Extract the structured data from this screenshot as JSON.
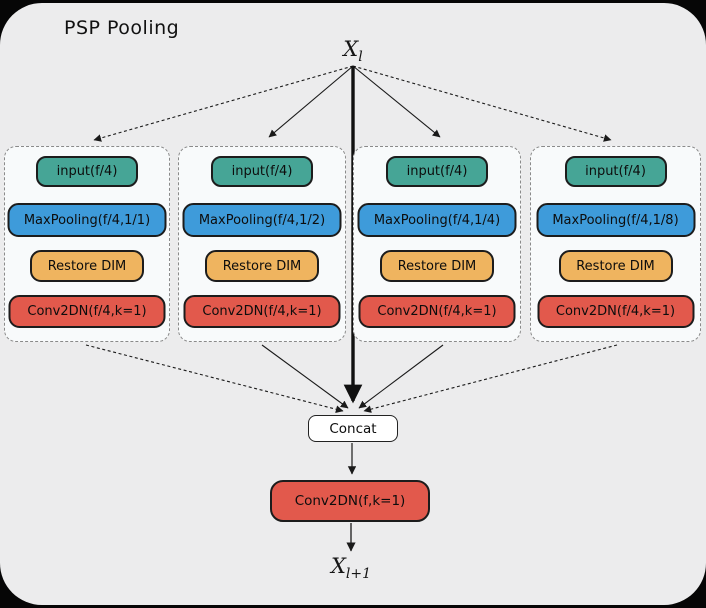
{
  "title": "PSP Pooling",
  "io": {
    "input_symbol": "X",
    "input_subscript": "l",
    "output_symbol": "X",
    "output_subscript": "l+1"
  },
  "branches": [
    {
      "name": "pool-scale-1-1",
      "nodes": [
        {
          "label": "input(f/4)"
        },
        {
          "label": "MaxPooling(f/4,1/1)"
        },
        {
          "label": "Restore DIM"
        },
        {
          "label": "Conv2DN(f/4,k=1)"
        }
      ]
    },
    {
      "name": "pool-scale-1-2",
      "nodes": [
        {
          "label": "input(f/4)"
        },
        {
          "label": "MaxPooling(f/4,1/2)"
        },
        {
          "label": "Restore DIM"
        },
        {
          "label": "Conv2DN(f/4,k=1)"
        }
      ]
    },
    {
      "name": "pool-scale-1-4",
      "nodes": [
        {
          "label": "input(f/4)"
        },
        {
          "label": "MaxPooling(f/4,1/4)"
        },
        {
          "label": "Restore DIM"
        },
        {
          "label": "Conv2DN(f/4,k=1)"
        }
      ]
    },
    {
      "name": "pool-scale-1-8",
      "nodes": [
        {
          "label": "input(f/4)"
        },
        {
          "label": "MaxPooling(f/4,1/8)"
        },
        {
          "label": "Restore DIM"
        },
        {
          "label": "Conv2DN(f/4,k=1)"
        }
      ]
    }
  ],
  "merge": {
    "concat_label": "Concat",
    "final_conv_label": "Conv2DN(f,k=1)"
  },
  "colors": {
    "page_bg": "#060606",
    "panel_bg": "#ECECED",
    "branch_bg": "#F8FAFB",
    "input_node": "#46A596",
    "maxpool_node": "#3E9BDA",
    "restore_node": "#EFB45F",
    "conv_node": "#E2594C",
    "concat_node": "#FFFFFF",
    "line": "#1A1A1A"
  }
}
